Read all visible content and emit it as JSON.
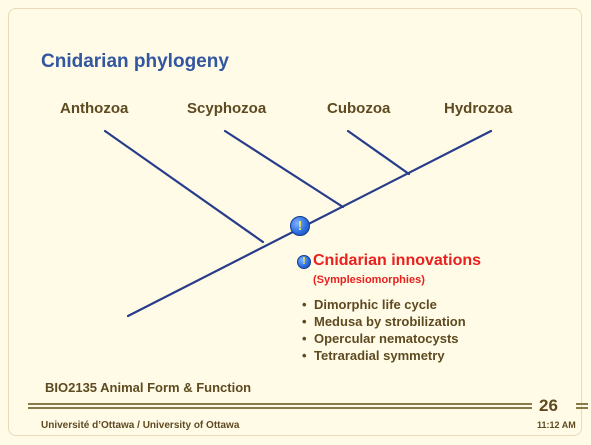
{
  "slide": {
    "title": "Cnidarian phylogeny",
    "course": "BIO2135 Animal Form & Function",
    "university": "Université d’Ottawa / University of Ottawa",
    "page_number": "26",
    "time": "11:12 AM"
  },
  "tree": {
    "taxa": [
      "Anthozoa",
      "Scyphozoa",
      "Cubozoa",
      "Hydrozoa"
    ],
    "line_color": "#283c8c",
    "badge_symbol": "!"
  },
  "innovations": {
    "heading": "Cnidarian innovations",
    "subheading": "(Symplesiomorphies)",
    "bullet": "•",
    "items": [
      "Dimorphic life cycle",
      "Medusa by strobilization",
      "Opercular nematocysts",
      "Tetraradial symmetry"
    ]
  },
  "colors": {
    "title": "#3256a0",
    "body_text": "#5e4a20",
    "highlight": "#e8201e",
    "background": "#fffbe7"
  }
}
